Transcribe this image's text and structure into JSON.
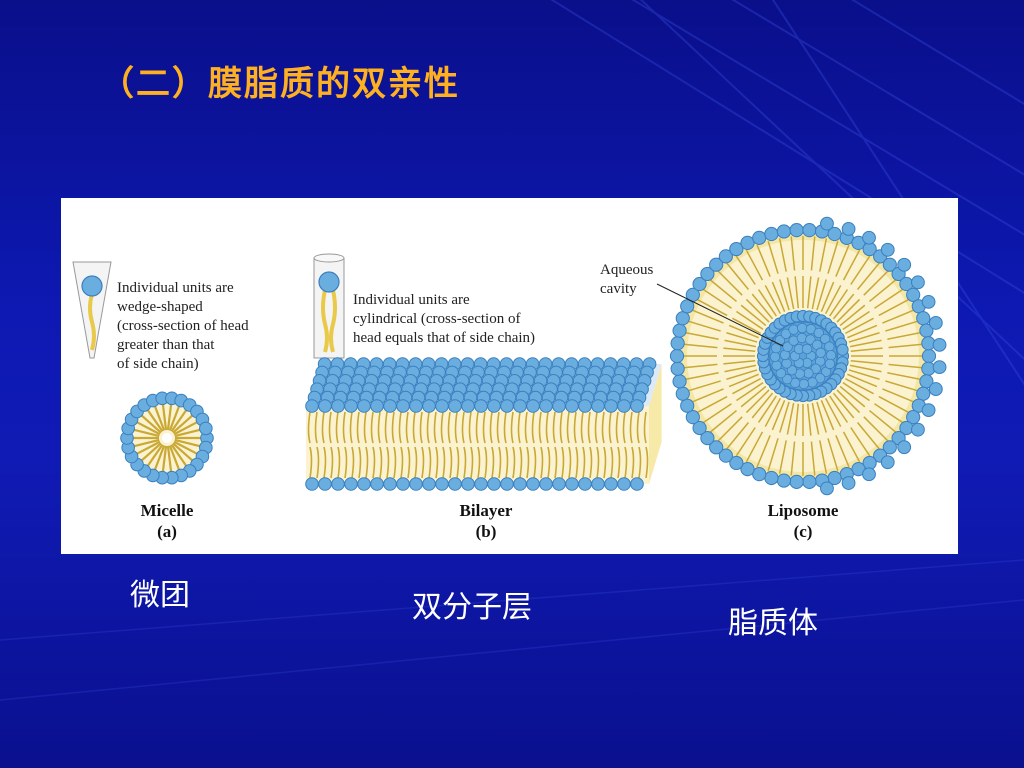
{
  "slide": {
    "title": "（二）膜脂质的双亲性",
    "colors": {
      "background": "#0d19b2",
      "title": "#ffb020",
      "caption": "#ffffff",
      "head": "#6aaee0",
      "tail": "#f1d873"
    }
  },
  "figure": {
    "micelle": {
      "note": [
        "Individual units are",
        "wedge-shaped",
        "(cross-section of head",
        "greater than that",
        "of side chain)"
      ],
      "name": "Micelle",
      "letter": "(a)"
    },
    "bilayer": {
      "note": [
        "Individual units are",
        "cylindrical (cross-section of",
        "head equals that of side chain)"
      ],
      "name": "Bilayer",
      "letter": "(b)"
    },
    "liposome": {
      "cavity_label": [
        "Aqueous",
        "cavity"
      ],
      "name": "Liposome",
      "letter": "(c)"
    }
  },
  "captions": {
    "micelle": "微团",
    "bilayer": "双分子层",
    "liposome": "脂质体"
  }
}
